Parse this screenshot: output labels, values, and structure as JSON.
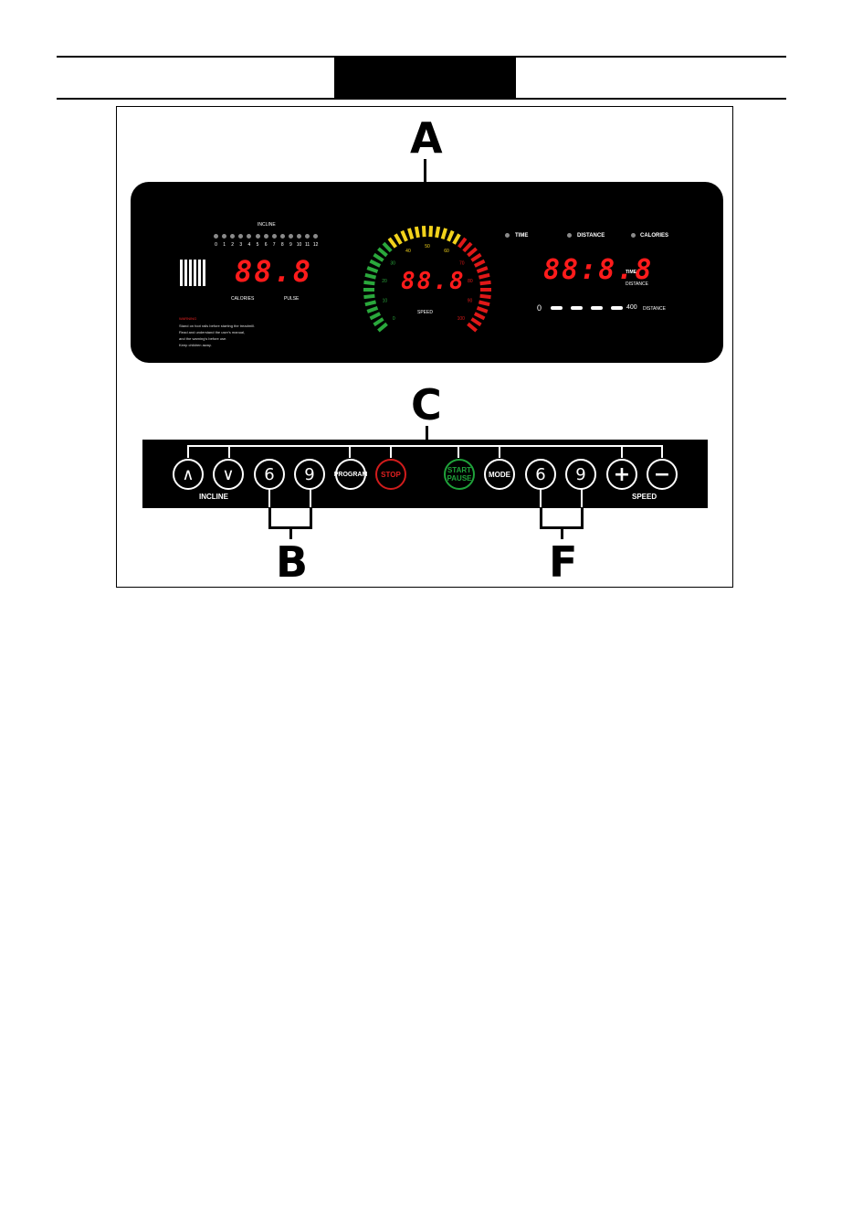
{
  "callouts": {
    "a": "A",
    "b": "B",
    "c": "C",
    "f": "F"
  },
  "display": {
    "incline_label": "INCLINE",
    "incline_levels": [
      "0",
      "1",
      "2",
      "3",
      "4",
      "5",
      "6",
      "7",
      "8",
      "9",
      "10",
      "11",
      "12"
    ],
    "left_digits": "88.8",
    "calories_label": "CALORIES",
    "pulse_label": "PULSE",
    "warning_title": "WARNING",
    "warning_lines": [
      "Stand on foot rails before starting the treadmill.",
      "Read and understand the user's manual,",
      "and the warning's before use.",
      "Keep children away."
    ],
    "speedo_ticks": [
      "0",
      "10",
      "20",
      "30",
      "40",
      "50",
      "60",
      "70",
      "80",
      "90",
      "100"
    ],
    "center_digits": "88.8",
    "speed_label": "SPEED",
    "time_indicator": "TIME",
    "distance_indicator": "DISTANCE",
    "calories_indicator": "CALORIES",
    "right_digits": "88:8.8",
    "time_unit": "TIME",
    "distance_unit": "DISTANCE",
    "track_start": "0",
    "track_end": "400",
    "track_label": "DISTANCE"
  },
  "keypad": {
    "incline_up": "∧",
    "incline_down": "∨",
    "incline_label": "INCLINE",
    "quick_incline_6": "6",
    "quick_incline_9": "9",
    "program": "PROGRAM",
    "stop": "STOP",
    "start_line1": "START",
    "start_line2": "PAUSE",
    "mode": "MODE",
    "quick_speed_6": "6",
    "quick_speed_9": "9",
    "speed_plus": "+",
    "speed_minus": "−",
    "speed_label": "SPEED"
  },
  "colors": {
    "segment_red": "#ff1b1b",
    "stop_ring": "#d01c1c",
    "start_ring": "#1fa23a",
    "arc_green": "#2aa83c",
    "arc_yellow": "#f2d21b",
    "arc_red": "#e01818"
  }
}
